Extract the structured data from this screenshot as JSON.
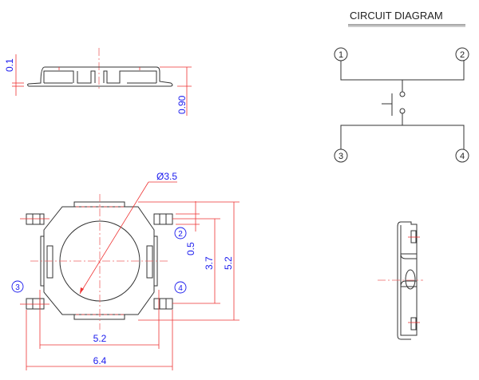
{
  "circuit": {
    "title": "CIRCUIT DIAGRAM",
    "pins": [
      "1",
      "2",
      "3",
      "4"
    ]
  },
  "side_view": {
    "dim_thickness": "0.1",
    "dim_height": "0.90"
  },
  "top_view": {
    "dim_diameter": "Ø3.5",
    "dim_pin_width": "0.5",
    "dim_pin_pitch": "3.7",
    "dim_body_height": "5.2",
    "dim_body_width": "5.2",
    "dim_overall_width": "6.4",
    "pins": [
      "2",
      "3",
      "4"
    ]
  },
  "colors": {
    "dimension": "#1a1aee",
    "centerline": "#e33",
    "outline": "#333"
  }
}
